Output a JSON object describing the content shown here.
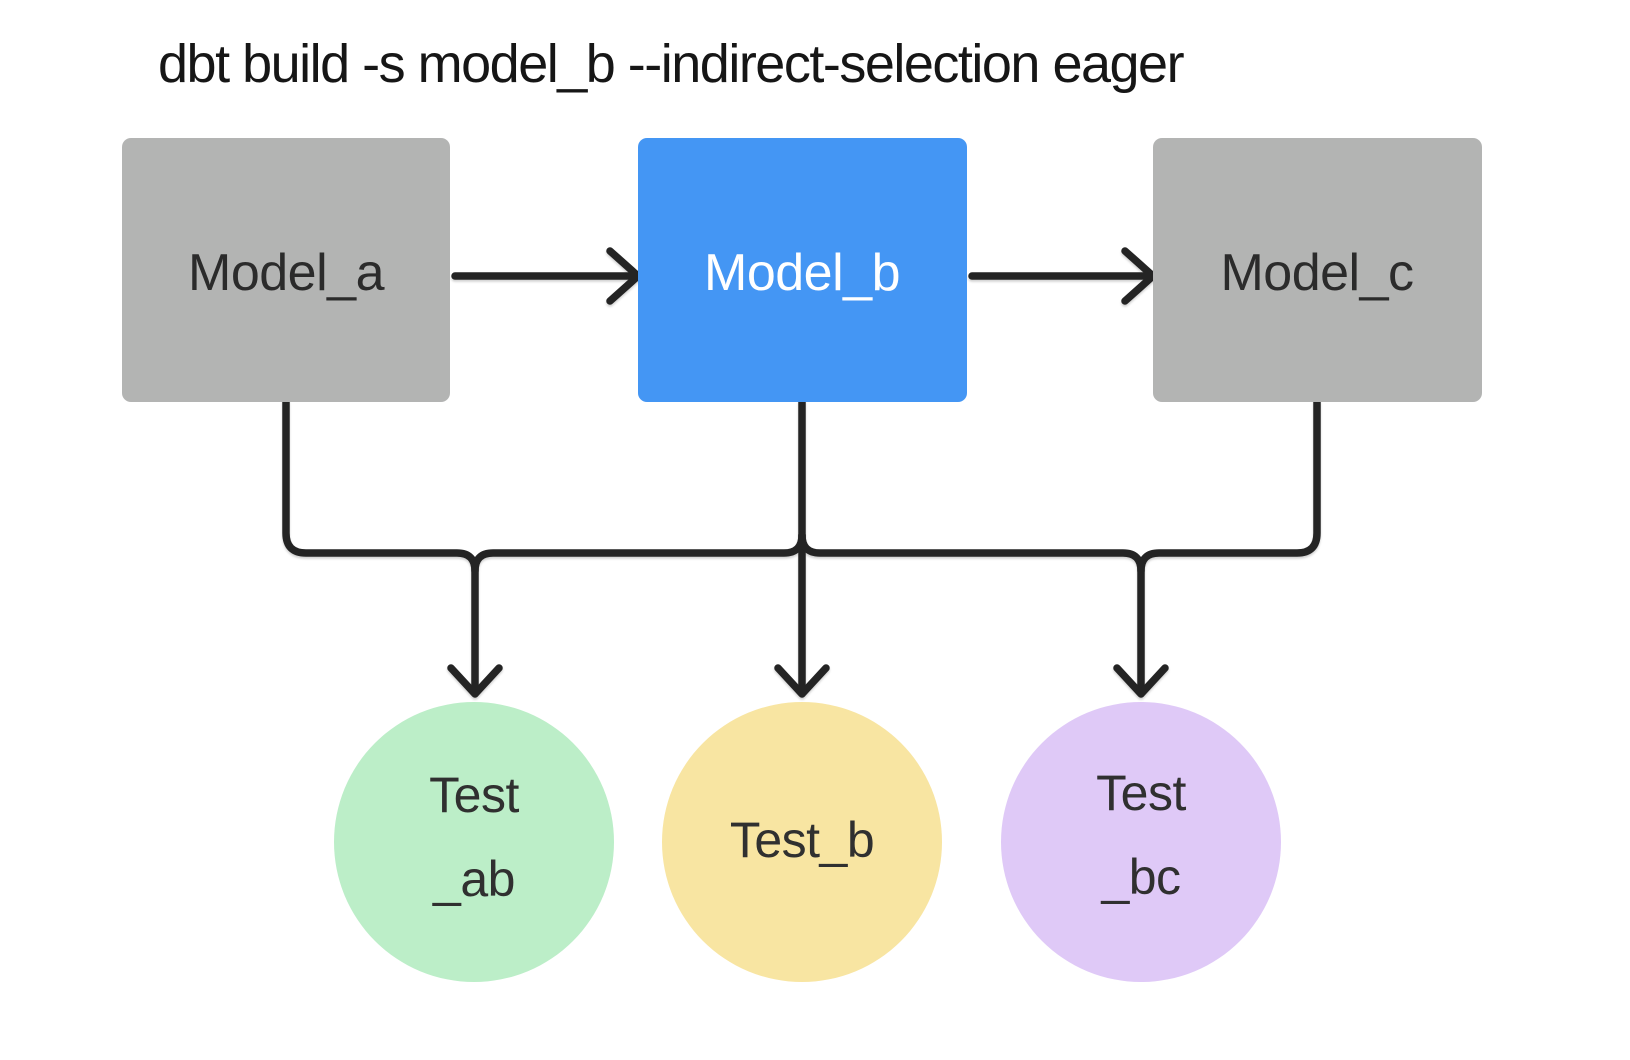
{
  "title": "dbt build -s model_b --indirect-selection eager",
  "colors": {
    "background": "#ffffff",
    "model_box": "#b3b4b3",
    "model_box_selected": "#4496f4",
    "model_label_dark": "#2b2b2b",
    "model_label_light": "#ffffff",
    "edge": "#242424",
    "test_ab_fill": "#bceec8",
    "test_b_fill": "#f8e5a2",
    "test_bc_fill": "#dfc9f7",
    "test_label": "#303030",
    "title_text": "#161616"
  },
  "models": [
    {
      "label": "Model_a",
      "selected": false
    },
    {
      "label": "Model_b",
      "selected": true
    },
    {
      "label": "Model_c",
      "selected": false
    }
  ],
  "tests": [
    {
      "line1": "Test",
      "line2": "_ab"
    },
    {
      "line1": "Test_b",
      "line2": ""
    },
    {
      "line1": "Test",
      "line2": "_bc"
    }
  ],
  "edges": [
    "model_a -> model_b",
    "model_b -> model_c",
    "model_a -> test_ab",
    "model_b -> test_ab",
    "model_b -> test_b",
    "model_b -> test_bc",
    "model_c -> test_bc"
  ]
}
